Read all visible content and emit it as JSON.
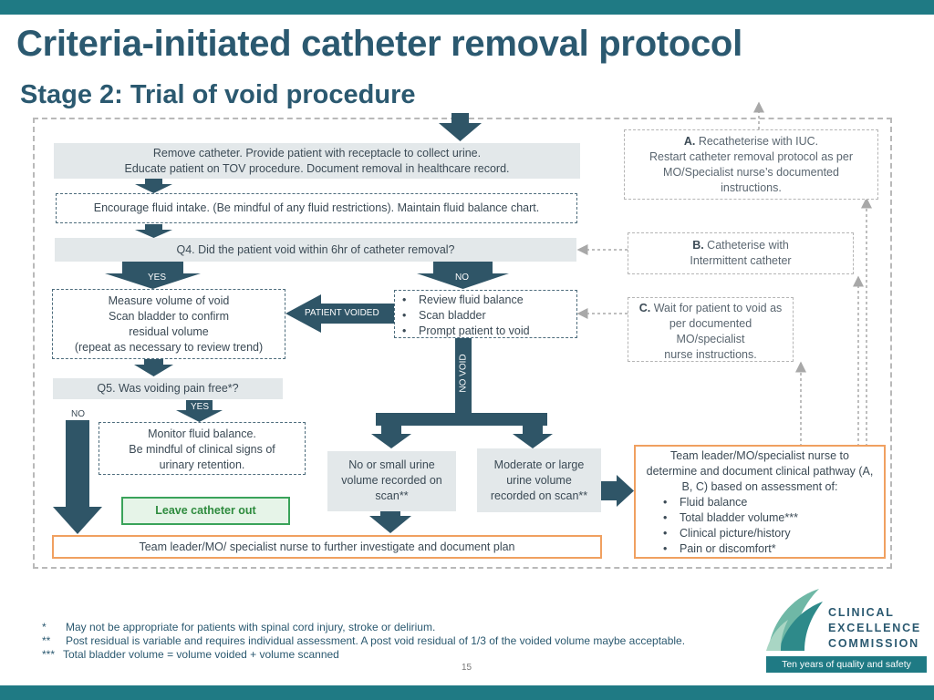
{
  "title": "Criteria-initiated catheter removal protocol",
  "subtitle": "Stage 2: Trial of void procedure",
  "steps": {
    "remove": [
      "Remove catheter. Provide patient with receptacle to collect urine.",
      "Educate patient on TOV procedure. Document removal in healthcare record."
    ],
    "fluid": "Encourage fluid intake. (Be mindful of any fluid restrictions). Maintain fluid balance chart.",
    "q4": "Q4. Did the patient void within 6hr of catheter removal?",
    "yes": "YES",
    "no": "NO",
    "measure": [
      "Measure volume of void",
      "Scan bladder to confirm",
      "residual volume",
      "(repeat as necessary to review trend)"
    ],
    "patient_voided": "PATIENT VOIDED",
    "no_branch": [
      "Review fluid balance",
      "Scan bladder",
      "Prompt patient to void"
    ],
    "no_void": "NO VOID",
    "q5": "Q5. Was voiding pain free*?",
    "q5_yes": "YES",
    "q5_no": "NO",
    "monitor": [
      "Monitor fluid balance.",
      "Be mindful of clinical signs of",
      "urinary retention."
    ],
    "leave_out": "Leave catheter out",
    "small_urine": [
      "No or small urine",
      "volume recorded on",
      "scan**"
    ],
    "moderate_urine": [
      "Moderate or large",
      "urine volume",
      "recorded on scan**"
    ],
    "investigate": "Team leader/MO/ specialist nurse to further investigate and document plan",
    "team_leader": {
      "lines": [
        "Team leader/MO/specialist nurse to",
        "determine and document clinical pathway (A,",
        "B, C) based on assessment of:"
      ],
      "bullets": [
        "Fluid balance",
        "Total bladder volume***",
        "Clinical picture/history",
        "Pain or discomfort*"
      ]
    },
    "option_a": {
      "letter": "A.",
      "lines": [
        "Recatheterise with IUC.",
        "Restart catheter removal protocol as per",
        "MO/Specialist nurse’s documented",
        "instructions."
      ]
    },
    "option_b": {
      "letter": "B.",
      "lines": [
        "Catheterise with",
        "Intermittent catheter"
      ]
    },
    "option_c": {
      "letter": "C.",
      "lines": [
        "Wait for patient to void as",
        "per documented",
        "MO/specialist",
        "nurse instructions."
      ]
    }
  },
  "footnotes": [
    {
      "mark": "*",
      "text": "May not be appropriate for patients with spinal cord injury, stroke or delirium."
    },
    {
      "mark": "**",
      "text": "Post residual is variable and requires individual assessment. A post void residual of 1/3 of the voided volume maybe acceptable."
    },
    {
      "mark": "***",
      "text": "Total bladder volume = volume voided + volume scanned"
    }
  ],
  "page_number": "15",
  "logo": {
    "lines": [
      "CLINICAL",
      "EXCELLENCE",
      "COMMISSION"
    ],
    "tagline": "Ten years of quality and safety"
  },
  "colors": {
    "teal": "#1f7a84",
    "navy": "#2b5970",
    "arrow": "#2f5567",
    "orange": "#f0a060",
    "green": "#3aa35a"
  }
}
